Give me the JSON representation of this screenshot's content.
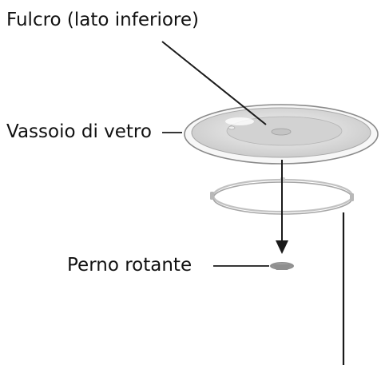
{
  "labels": {
    "fulcro": "Fulcro (lato inferiore)",
    "vassoio": "Vassoio di vetro",
    "perno": "Perno rotante"
  },
  "colors": {
    "text": "#111111",
    "leader_line": "#1a1a1a",
    "tray_fill": "#e4e4e4",
    "tray_rim": "#8a8a8a",
    "ring_stroke": "#b3b3b3",
    "hub": "#9e9e9e"
  }
}
